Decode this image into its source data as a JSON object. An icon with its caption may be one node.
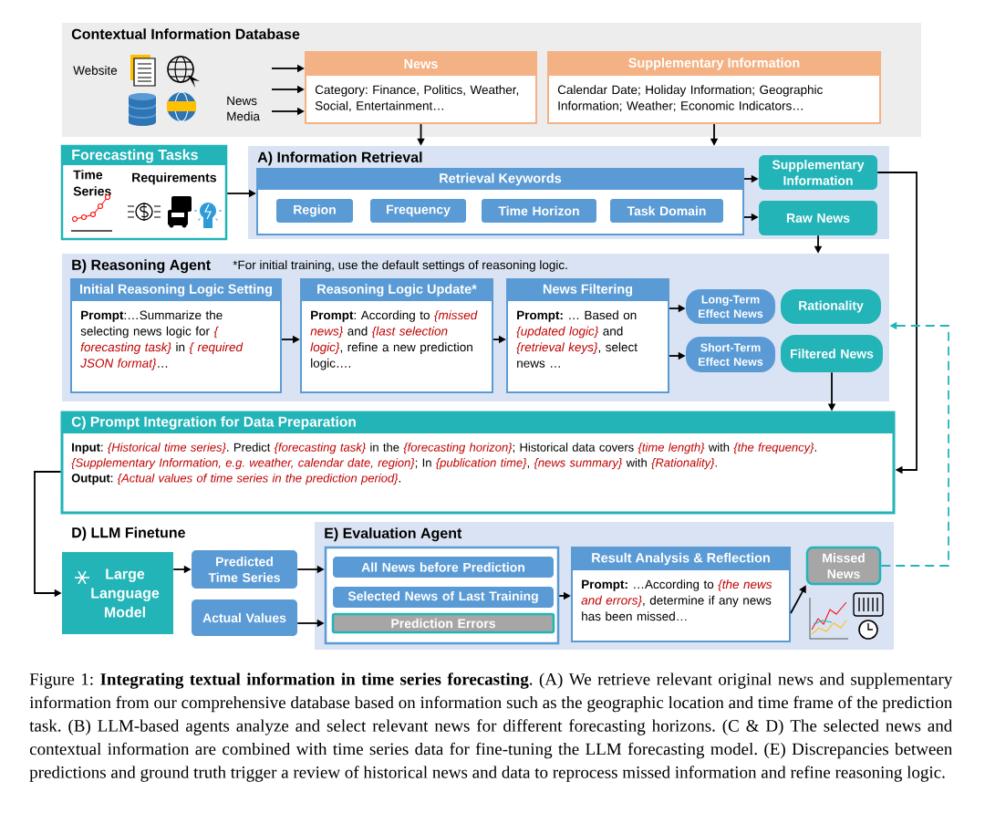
{
  "diagram": {
    "caption": "Figure 1: **Integrating textual information in time series forecasting**. (A) We retrieve relevant original news and supplementary information from our comprehensive database based on information such as the geographic location and time frame of the prediction task. (B) LLM-based agents analyze and select relevant news for different forecasting horizons. (C & D) The selected news and contextual information are combined with time series data for fine-tuning the LLM forecasting model. (E) Discrepancies between predictions and ground truth trigger a review of historical news and data to reprocess missed information and refine reasoning logic.",
    "nodes": [
      {
        "text": [
          "Contextual Information Database"
        ]
      },
      {
        "text": [
          "News",
          "Category: Finance, Politics, Weather, Social, Entertainment…"
        ],
        "in": 0
      },
      {
        "text": [
          "Supplementary Information",
          "Calendar Date; Holiday Information; Geographic Information; Weather; Economic Indicators…"
        ],
        "in": 0
      },
      {
        "text": [
          "Forecasting Tasks",
          "Time Series",
          "Requirements"
        ]
      },
      {
        "text": [
          "A) Information Retrieval"
        ]
      },
      {
        "text": [
          "Retrieval Keywords"
        ],
        "in": 4
      },
      {
        "text": [
          "Region"
        ],
        "in": 5
      },
      {
        "text": [
          "Frequency"
        ],
        "in": 5
      },
      {
        "text": [
          "Time Horizon"
        ],
        "in": 5
      },
      {
        "text": [
          "Task Domain"
        ],
        "in": 5
      },
      {
        "text": [
          "Supplementary Information"
        ],
        "in": 4
      },
      {
        "text": [
          "Raw News"
        ],
        "in": 4
      },
      {
        "text": [
          "B) Reasoning Agent",
          "*For initial training, use the default settings of reasoning logic."
        ]
      },
      {
        "text": [
          "Initial Reasoning Logic Setting",
          "**Prompt**:…Summarize the selecting news logic for *{ forecasting task}* in *{ required JSON format}*…"
        ],
        "in": 12
      },
      {
        "text": [
          "Reasoning Logic Update*",
          "**Prompt**: According to *{missed news}* and *{last selection logic}*, refine a new prediction logic…."
        ],
        "in": 12
      },
      {
        "text": [
          "News Filtering",
          "**Prompt:** … Based on *{updated logic}* and *{retrieval keys}*, select news …"
        ],
        "in": 12
      },
      {
        "text": [
          "Long-Term Effect News"
        ],
        "in": 12
      },
      {
        "text": [
          "Rationality"
        ],
        "in": 12
      },
      {
        "text": [
          "Short-Term Effect News"
        ],
        "in": 12
      },
      {
        "text": [
          "Filtered News"
        ],
        "in": 12
      },
      {
        "text": [
          "C) Prompt Integration for Data Preparation",
          "**Input**: *{Historical time series}*. Predict *{forecasting task}* in the *{forecasting horizon}*; Historical data covers *{time length}* with *{the frequency}*. *{Supplementary Information, e.g. weather, calendar date, region}*; In *{publication time}*, *{news summary}* with *{Rationality}*.",
          "**Output**: *{Actual values of time series in the prediction period}*."
        ]
      },
      {
        "text": [
          "Large Language Model"
        ]
      },
      {
        "text": [
          "Predicted Time Series"
        ]
      },
      {
        "text": [
          "Actual Values"
        ]
      },
      {
        "text": [
          "E) Evaluation Agent"
        ]
      },
      {
        "text": [],
        "shape": "box",
        "in": 24
      },
      {
        "text": [
          "All News before Prediction"
        ],
        "in": 25
      },
      {
        "text": [
          "Selected News of Last Training"
        ],
        "in": 25
      },
      {
        "text": [
          "Prediction Errors"
        ],
        "in": 25
      },
      {
        "text": [
          "Result Analysis & Reflection",
          "**Prompt:** …According to *{the news and errors}*, determine if any news has been missed…"
        ],
        "in": 24
      },
      {
        "text": [
          "Missed News"
        ],
        "in": 24
      }
    ],
    "edges": [
      {
        "from": null,
        "to": 1,
        "arrow": "to"
      },
      {
        "from": null,
        "to": 1,
        "arrow": "to"
      },
      {
        "from": null,
        "to": 1,
        "arrow": "to"
      },
      {
        "from": 1,
        "to": 4,
        "arrow": "to"
      },
      {
        "from": 2,
        "to": 4,
        "arrow": "to"
      },
      {
        "from": 3,
        "to": 5,
        "arrow": "to"
      },
      {
        "from": 5,
        "to": 10,
        "arrow": "to"
      },
      {
        "from": 5,
        "to": 11,
        "arrow": "to"
      },
      {
        "from": 11,
        "to": 12,
        "arrow": "to"
      },
      {
        "from": 13,
        "to": 14,
        "arrow": "to"
      },
      {
        "from": 14,
        "to": 15,
        "arrow": "to"
      },
      {
        "from": 15,
        "to": 16,
        "arrow": "to"
      },
      {
        "from": 15,
        "to": 18,
        "arrow": "to"
      },
      {
        "from": 19,
        "to": 20,
        "arrow": "to"
      },
      {
        "from": 10,
        "to": 20,
        "arrow": "to"
      },
      {
        "from": 20,
        "to": 21,
        "arrow": "to"
      },
      {
        "from": 21,
        "to": 22,
        "arrow": "to"
      },
      {
        "from": 22,
        "to": 25,
        "arrow": "to"
      },
      {
        "from": 23,
        "to": 25,
        "arrow": "to"
      },
      {
        "from": 25,
        "to": 29,
        "arrow": "to"
      },
      {
        "from": 29,
        "to": 30,
        "arrow": "to"
      },
      {
        "from": 30,
        "to": 12,
        "arrow": "to",
        "style": "dashed",
        "color": "#23b4b8"
      }
    ],
    "labels": [
      "Website",
      "News Media",
      "D) LLM Finetune"
    ]
  }
}
